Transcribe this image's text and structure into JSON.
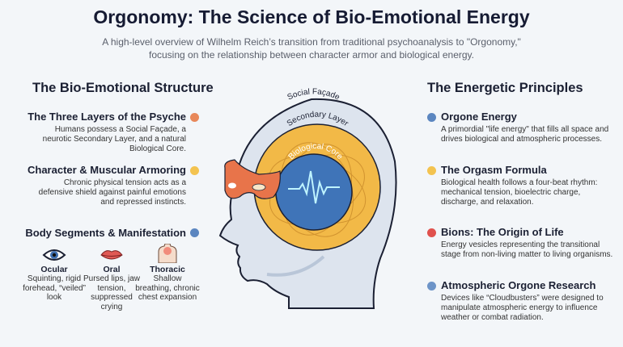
{
  "header": {
    "title": "Orgonomy: The Science of Bio-Emotional Energy",
    "subtitle": "A high-level overview of Wilhelm Reich’s transition from traditional psychoanalysis to \"Orgonomy,\" focusing on the relationship between character armor and biological energy."
  },
  "left": {
    "heading": "The Bio-Emotional Structure",
    "items": [
      {
        "title": "The Three Layers of the Psyche",
        "desc": "Humans possess a Social Façade, a neurotic Secondary Layer, and a natural Biological Core.",
        "color": "#e8885a"
      },
      {
        "title": "Character & Muscular Armoring",
        "desc": "Chronic physical tension acts as a defensive shield against painful emotions and repressed instincts.",
        "color": "#f3c350"
      },
      {
        "title": "Body Segments & Manifestation",
        "desc": "",
        "color": "#5b86c0"
      }
    ],
    "segments": [
      {
        "icon": "eye-icon",
        "title": "Ocular",
        "desc": "Squinting, rigid forehead, “veiled” look"
      },
      {
        "icon": "lips-icon",
        "title": "Oral",
        "desc": "Pursed lips, jaw tension, suppressed crying"
      },
      {
        "icon": "chest-icon",
        "title": "Thoracic",
        "desc": "Shallow breathing, chronic chest expansion"
      }
    ]
  },
  "diagram": {
    "outer_label": "Social Façade",
    "middle_label": "Secondary Layer",
    "core_label": "Biological Core",
    "colors": {
      "head": "#dde4ee",
      "middle": "#f2b947",
      "core": "#3f74b8",
      "mask": "#e8744a"
    }
  },
  "right": {
    "heading": "The Energetic Principles",
    "items": [
      {
        "title": "Orgone Energy",
        "desc": "A primordial \"life energy\" that fills all space and drives biological and atmospheric processes.",
        "color": "#5b86c0"
      },
      {
        "title": "The Orgasm Formula",
        "desc": "Biological health follows a four-beat rhythm: mechanical tension, bioelectric charge, discharge, and relaxation.",
        "color": "#f3c350"
      },
      {
        "title": "Bions: The Origin of Life",
        "desc": "Energy vesicles representing the transitional stage from non-living matter to living organisms.",
        "color": "#e0514d"
      },
      {
        "title": "Atmospheric Orgone Research",
        "desc": "Devices like “Cloudbusters” were designed to manipulate atmospheric energy to influence weather or combat radiation.",
        "color": "#6d94c8"
      }
    ]
  }
}
